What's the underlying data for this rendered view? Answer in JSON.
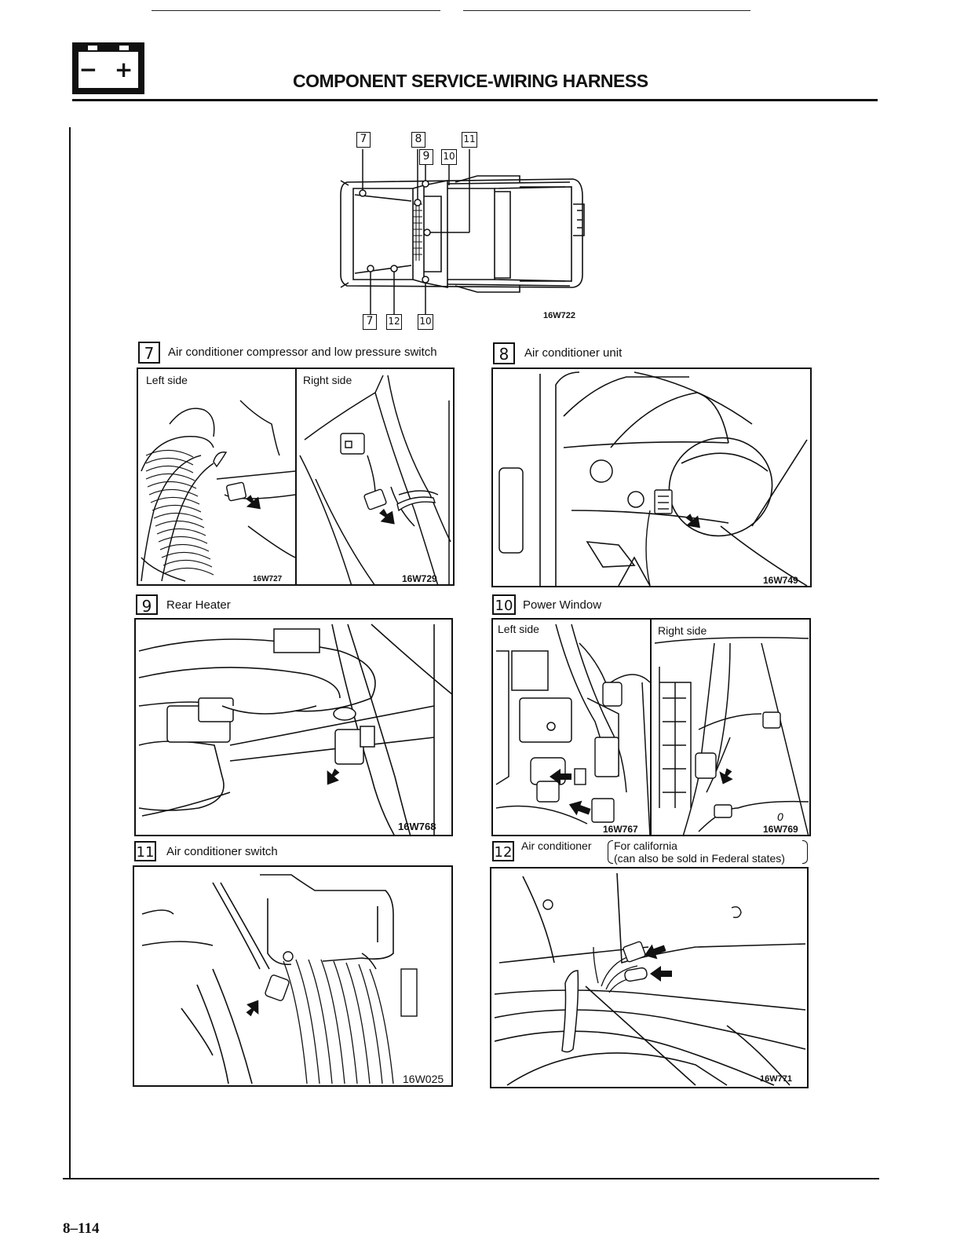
{
  "header": {
    "battery_icon": "battery-minus-plus-icon",
    "battery_symbols": "− +",
    "title": "COMPONENT SERVICE-WIRING HARNESS"
  },
  "overview": {
    "code": "16W722",
    "top_labels": [
      "7",
      "8",
      "9",
      "10",
      "11"
    ],
    "bottom_labels": [
      "7",
      "12",
      "10"
    ]
  },
  "sections": {
    "s7": {
      "number": "7",
      "caption": "Air conditioner compressor and low pressure switch",
      "left_label": "Left side",
      "right_label": "Right side",
      "left_code": "16W727",
      "right_code": "16W729"
    },
    "s8": {
      "number": "8",
      "caption": "Air conditioner unit",
      "code": "16W749"
    },
    "s9": {
      "number": "9",
      "caption": "Rear Heater",
      "code": "16W768"
    },
    "s10": {
      "number": "10",
      "caption": "Power Window",
      "left_label": "Left side",
      "right_label": "Right side",
      "left_code": "16W767",
      "right_code": "16W769"
    },
    "s11": {
      "number": "11",
      "caption": "Air conditioner switch",
      "code": "16W025"
    },
    "s12": {
      "number": "12",
      "caption": "Air conditioner",
      "note_line1": "For california",
      "note_line2": "(can also be sold in Federal states)",
      "code": "16W771"
    }
  },
  "footer": {
    "page_number": "8–114"
  }
}
